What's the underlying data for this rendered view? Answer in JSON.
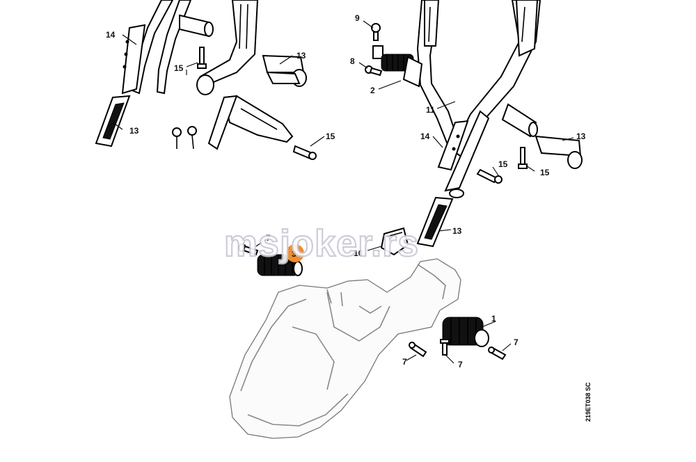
{
  "watermark": "msjoker.rs",
  "drawing_number": "219ET038 SC",
  "highlight_color": "#f28c28",
  "highlighted_part": "3",
  "labels": {
    "l14a": "14",
    "l15a": "15",
    "l13a": "13",
    "l13b": "13",
    "l15b": "15",
    "l9": "9",
    "l8": "8",
    "l2": "2",
    "l11": "11",
    "l14b": "14",
    "l13c": "13",
    "l15c": "15",
    "l15d": "15",
    "l13d": "13",
    "l7a": "7",
    "l3": "3",
    "l10": "10",
    "l1": "1",
    "l7b": "7",
    "l7c": "7",
    "l7d": "7"
  }
}
